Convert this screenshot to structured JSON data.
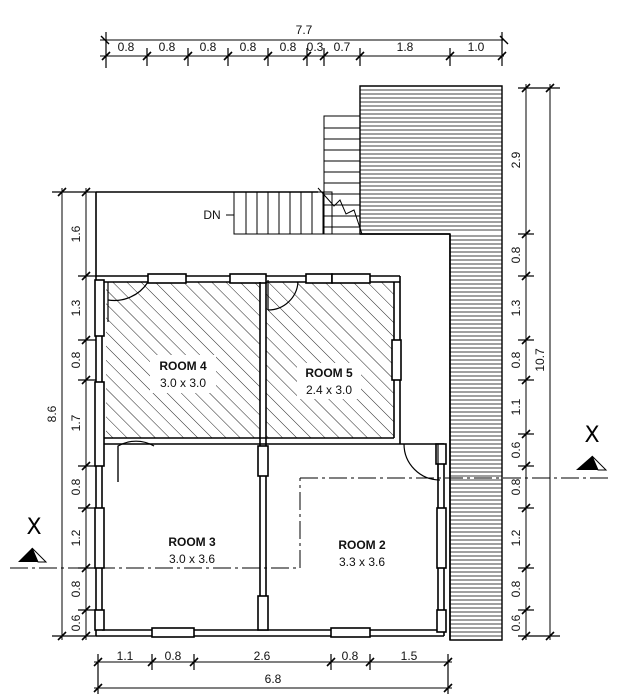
{
  "top_dims": {
    "total": "7.7",
    "parts": [
      "0.8",
      "0.8",
      "0.8",
      "0.8",
      "0.8",
      "0.3",
      "0.7",
      "1.8",
      "1.0"
    ]
  },
  "bottom_dims": {
    "total": "6.8",
    "parts": [
      "1.1",
      "0.8",
      "2.6",
      "0.8",
      "1.5"
    ]
  },
  "left_dims": {
    "total": "8.6",
    "parts": [
      "1.6",
      "1.3",
      "0.8",
      "1.7",
      "0.8",
      "1.2",
      "0.8",
      "0.6"
    ]
  },
  "right_dims": {
    "total": "10.7",
    "parts": [
      "2.9",
      "0.8",
      "1.3",
      "0.8",
      "1.1",
      "0.6",
      "0.8",
      "1.2",
      "0.8",
      "0.6"
    ]
  },
  "stair_label": "DN",
  "section_marks": [
    "X",
    "X"
  ],
  "rooms": [
    {
      "name": "ROOM 4",
      "size": "3.0 x 3.0"
    },
    {
      "name": "ROOM 5",
      "size": "2.4 x 3.0"
    },
    {
      "name": "ROOM 3",
      "size": "3.0 x 3.6"
    },
    {
      "name": "ROOM 2",
      "size": "3.3 x 3.6"
    }
  ]
}
